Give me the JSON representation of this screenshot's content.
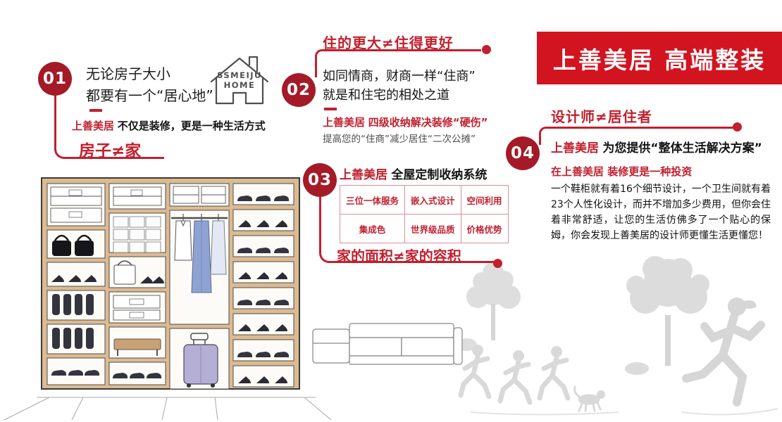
{
  "colors": {
    "accent": "#c1202e",
    "banner": "#d21420",
    "circle": "#a41a27"
  },
  "banner": {
    "title": "上善美居 高端整装"
  },
  "logo": {
    "line1": "SSMEIJU",
    "line2": "HOME"
  },
  "points": {
    "p1": {
      "num": "01",
      "line1": "无论房子大小",
      "line2": "都要有一个“居心地”",
      "slogan_brand": "上善美居",
      "slogan_rest": "不仅是装修，更是一种生活方式",
      "tagline": "房子≠家"
    },
    "p2": {
      "num": "02",
      "headline": "住的更大≠住得更好",
      "line1": "如同情商，财商一样“住商”",
      "line2": "就是和住宅的相处之道",
      "red_brand": "上善美居",
      "red_rest": "四级收纳解决装修“硬伤”",
      "gray": "提高您的“住商”减少居住“二次公摊”"
    },
    "p3": {
      "num": "03",
      "brand": "上善美居",
      "title_rest": "全屋定制收纳系统",
      "rows": [
        [
          "三位一体服务",
          "嵌入式设计",
          "空间利用"
        ],
        [
          "集成色",
          "世界级品质",
          "价格优势"
        ]
      ],
      "tagline": "家的面积≠家的容积"
    },
    "p4": {
      "num": "04",
      "headline": "设计师≠居住者",
      "sub_brand": "上善美居",
      "sub_rest": "为您提供“整体生活解决方案”",
      "invest": "在上善美居 装修更是一种投资",
      "body": "一个鞋柜就有着16个细节设计，一个卫生间就有着23个人性化设计，而并不增加多少费用，但你会住着非常舒适，让您的生活仿佛多了一个贴心的保姆，你会发现上善美居的设计师更懂生活更懂您！"
    }
  }
}
